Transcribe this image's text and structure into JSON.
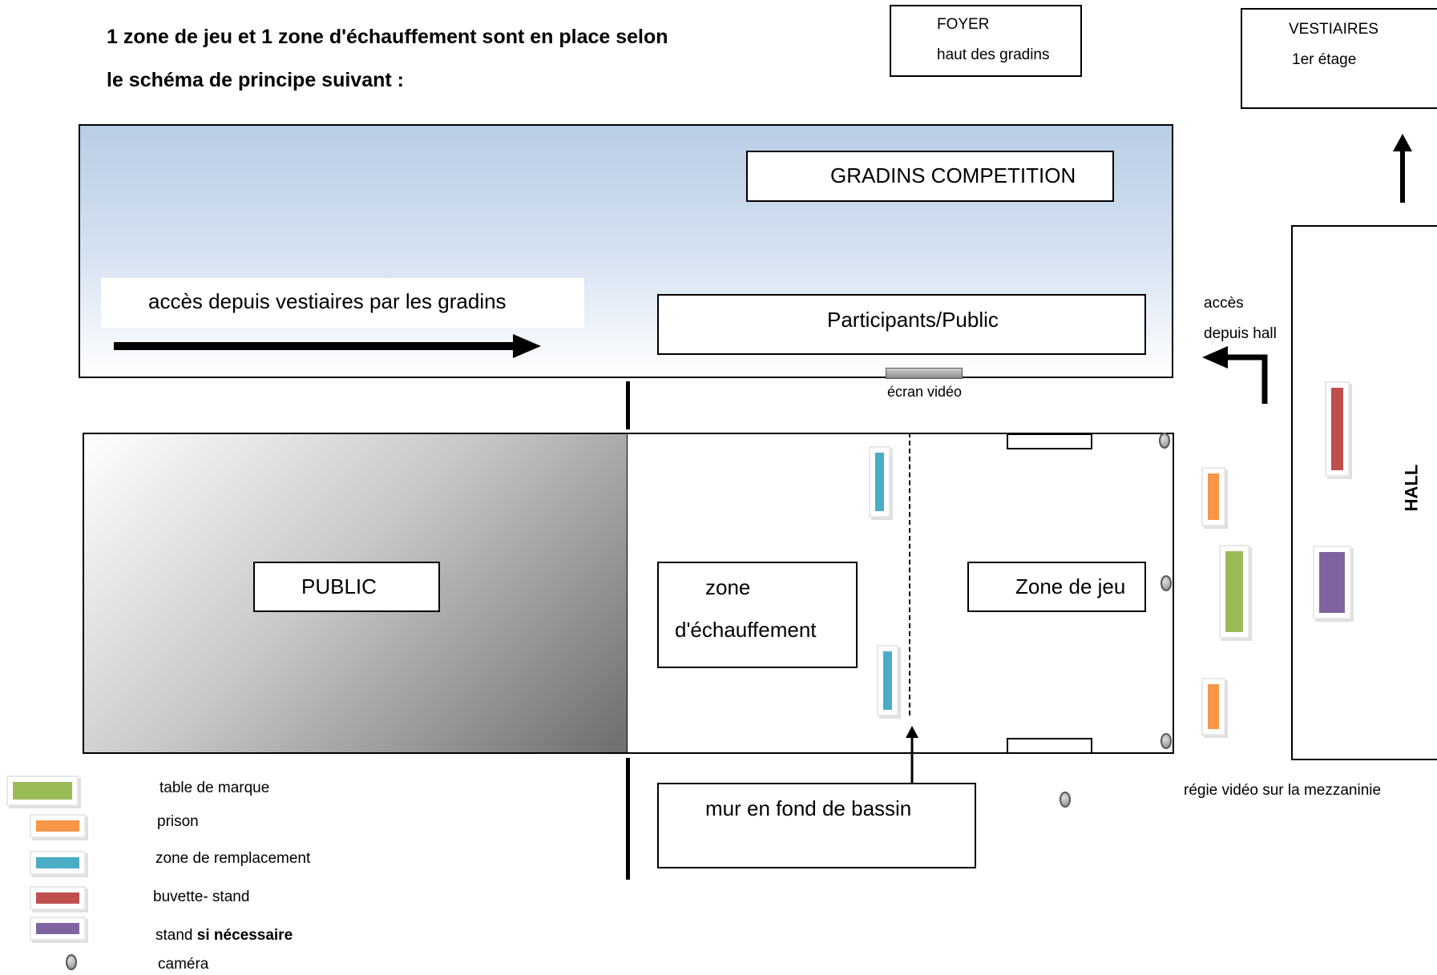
{
  "heading": {
    "line1": "1 zone de jeu et 1 zone d'échauffement  sont en place selon",
    "line2": " le schéma de principe suivant :"
  },
  "foyer": {
    "title": "FOYER",
    "subtitle": "haut des gradins"
  },
  "vestiaires": {
    "title": "VESTIAIRES",
    "subtitle": "1er étage"
  },
  "gradins": {
    "title": "GRADINS COMPETITION",
    "access_label": "accès depuis vestiaires par les gradins",
    "participants_label": "Participants/Public"
  },
  "hall_access": {
    "line1": "accès",
    "line2": "depuis hall"
  },
  "screen_label": "écran vidéo",
  "public_label": "PUBLIC",
  "warmup": {
    "line1": "zone",
    "line2": "d'échauffement"
  },
  "game_zone_label": "Zone de jeu",
  "hall_label": "HALL",
  "back_wall_label": "mur en fond de bassin",
  "regie_label": "régie vidéo sur la mezzaninie",
  "legend": {
    "scoring_table": "table de marque",
    "prison": "prison",
    "substitution": "zone de remplacement",
    "buvette": "buvette- stand",
    "stand_prefix": "stand ",
    "stand_bold": "si nécessaire",
    "camera": "caméra"
  },
  "colors": {
    "scoring_table": "#9bbb59",
    "prison": "#f79646",
    "substitution": "#4bacc6",
    "buvette": "#c0504d",
    "stand": "#8064a2"
  }
}
